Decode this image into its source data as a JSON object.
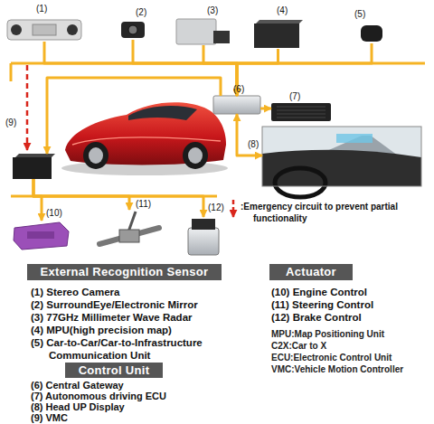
{
  "diagram": {
    "nodes": [
      {
        "text": [
          "(1)"
        ]
      },
      {
        "text": [
          "(2)"
        ]
      },
      {
        "text": [
          "(3)"
        ]
      },
      {
        "text": [
          "(4)"
        ]
      },
      {
        "text": [
          "(5)"
        ]
      },
      {
        "text": [
          "(6)"
        ]
      },
      {
        "text": [
          "(7)"
        ]
      },
      {
        "text": [
          "(8)"
        ]
      },
      {
        "text": [
          "(9)"
        ]
      },
      {
        "text": [
          "(10)"
        ]
      },
      {
        "text": [
          "(11)"
        ]
      },
      {
        "text": [
          "(12)"
        ]
      },
      {
        "text": [
          "External Recognition Sensor"
        ]
      },
      {
        "text": [
          "Actuator"
        ]
      },
      {
        "text": [
          "Control Unit"
        ]
      }
    ],
    "edges": [
      {
        "from": 0,
        "to": 5,
        "arrow": "to"
      },
      {
        "from": 1,
        "to": 5,
        "arrow": "to"
      },
      {
        "from": 2,
        "to": 5,
        "arrow": "to"
      },
      {
        "from": 3,
        "to": 5,
        "arrow": "to"
      },
      {
        "from": 4,
        "to": 5,
        "arrow": "to"
      },
      {
        "from": 5,
        "to": 6,
        "arrow": "to"
      },
      {
        "from": 5,
        "to": 7,
        "arrow": "both"
      },
      {
        "from": 5,
        "to": 8,
        "arrow": "to"
      },
      {
        "from": 8,
        "to": 9,
        "arrow": "to"
      },
      {
        "from": 8,
        "to": 10,
        "arrow": "to"
      },
      {
        "from": 8,
        "to": 11,
        "arrow": "to"
      }
    ],
    "labels": [
      "(1) Stereo Camera",
      "(2) SurroundEye/Electronic Mirror",
      "(3) 77GHz Millimeter Wave Radar",
      "(4) MPU(high precision map)",
      "(5) Car-to-Car/Car-to-Infrastructure Communication Unit",
      "(10) Engine Control",
      "(11) Steering Control",
      "(12) Brake Control",
      "MPU:Map Positioning Unit",
      "C2X:Car to X",
      "ECU:Electronic Control Unit",
      "VMC:Vehicle Motion Controller",
      "(6) Central Gateway",
      "(7) Autonomous driving ECU",
      "(8) Head UP Display",
      "(9) VMC"
    ],
    "legend": [
      {
        "text": ":Emergency circuit to prevent partial functionality"
      }
    ]
  }
}
